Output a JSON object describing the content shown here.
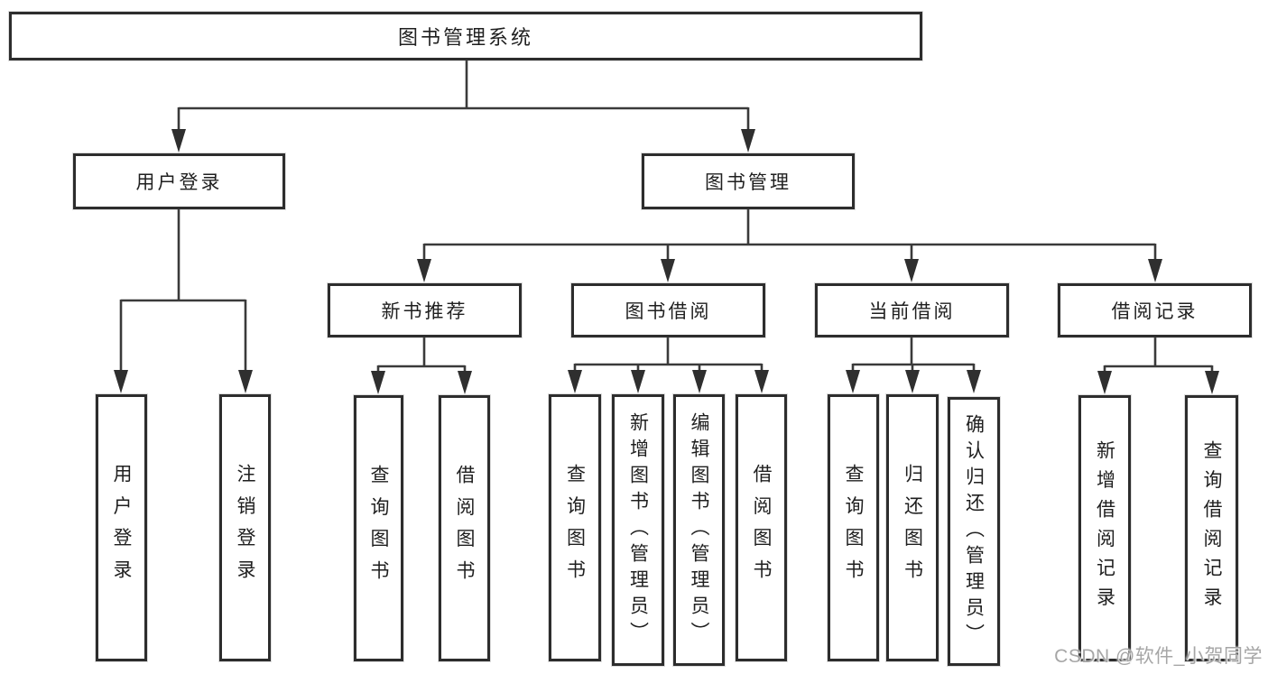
{
  "diagram_title": "图书管理系统",
  "tree": {
    "root": {
      "label": "图书管理系统"
    },
    "branches": [
      {
        "label": "用户登录",
        "children": [
          {
            "label": "用户登录"
          },
          {
            "label": "注销登录"
          }
        ]
      },
      {
        "label": "图书管理",
        "children": [
          {
            "label": "新书推荐",
            "children": [
              {
                "label": "查询图书"
              },
              {
                "label": "借阅图书"
              }
            ]
          },
          {
            "label": "图书借阅",
            "children": [
              {
                "label": "查询图书"
              },
              {
                "label": "新增图书（管理员）"
              },
              {
                "label": "编辑图书（管理员）"
              },
              {
                "label": "借阅图书"
              }
            ]
          },
          {
            "label": "当前借阅",
            "children": [
              {
                "label": "查询图书"
              },
              {
                "label": "归还图书"
              },
              {
                "label": "确认归还（管理员）"
              }
            ]
          },
          {
            "label": "借阅记录",
            "children": [
              {
                "label": "新增借阅记录"
              },
              {
                "label": "查询借阅记录"
              }
            ]
          }
        ]
      }
    ]
  },
  "watermark": "CSDN @软件_小贺同学",
  "colors": {
    "line": "#3a3a3a",
    "arrow_fill": "#2f2f2f",
    "box_border": "#2d2d2d",
    "text": "#1f1f1f",
    "background": "#ffffff",
    "watermark": "#9e9e9e"
  }
}
